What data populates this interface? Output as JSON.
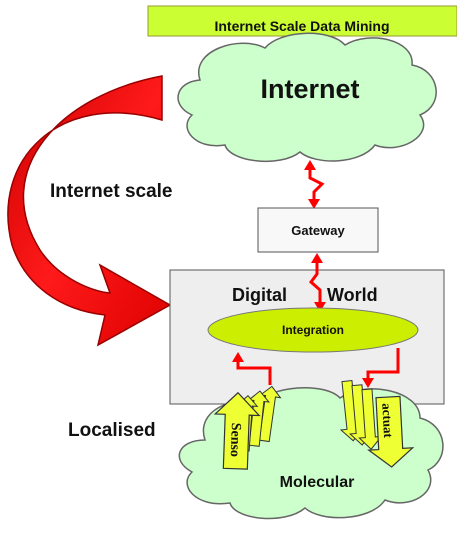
{
  "banner": {
    "text": "Internet Scale Data Mining"
  },
  "clouds": {
    "top": "Internet",
    "bottom": "Molecular"
  },
  "boxes": {
    "gateway": "Gateway",
    "digital_world_left": "Digital",
    "digital_world_right": "World"
  },
  "ellipse": {
    "label": "Integration"
  },
  "side_labels": {
    "internet_scale": "Internet scale",
    "localised": "Localised"
  },
  "stacks": {
    "sensor_label": "Senso",
    "actuator_label": "actuat"
  },
  "colors": {
    "banner_fill": "#ccff33",
    "cloud_fill": "#ccffcc",
    "ellipse_fill": "#ccee00",
    "box_fill": "#eeeeee",
    "arrow_red": "#ff0000",
    "stack_yellow": "#eeff33"
  }
}
